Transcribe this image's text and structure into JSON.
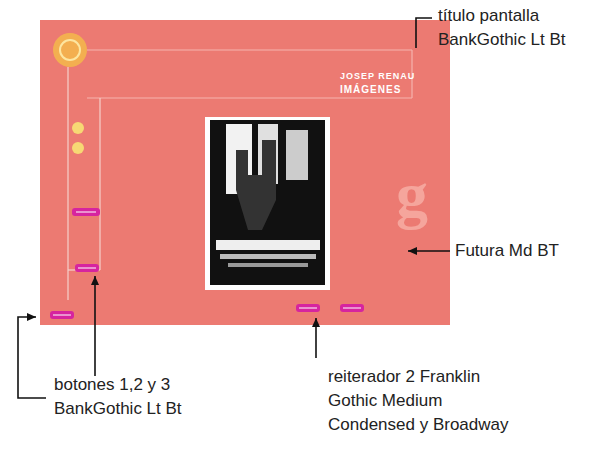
{
  "diagram": {
    "labels": [
      "título pantalla BankGothic Lt Bt",
      "Futura Md BT",
      "botones 1,2 y 3 BankGothic Lt Bt",
      "reiterador 2 Franklin Gothic Medium Condensed y Broadway",
      "JOSEP RENAU",
      "IMÁGENES",
      "g"
    ]
  }
}
